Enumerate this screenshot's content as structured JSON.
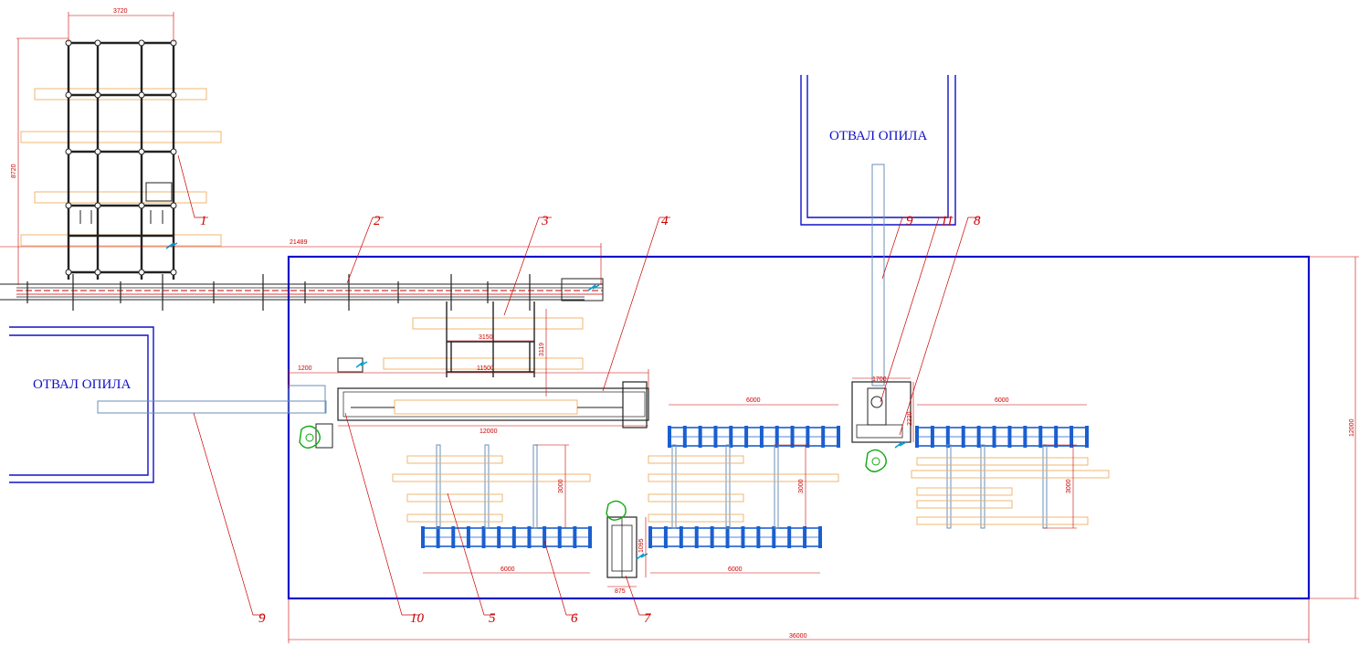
{
  "zone_labels": {
    "left": "ОТВАЛ ОПИЛА",
    "right": "ОТВАЛ ОПИЛА"
  },
  "leaders": {
    "n1": "1",
    "n2": "2",
    "n3": "3",
    "n4": "4",
    "n5": "5",
    "n6": "6",
    "n7": "7",
    "n8": "8",
    "n9_top": "9",
    "n9_bottom": "9",
    "n10": "10",
    "n11": "11"
  },
  "dimensions": {
    "d3720": "3720",
    "d8720": "8720",
    "d21489": "21489",
    "d36000": "36000",
    "d12000_right": "12000",
    "d1200": "1200",
    "d12000_saw": "12000",
    "d3150": "3150",
    "d11500": "11500",
    "d3119": "3119",
    "d6000_left": "6000",
    "d6000_mid": "6000",
    "d6000_r1": "6000",
    "d6000_r2": "6000",
    "d3000_left": "3000",
    "d3000_mid": "3000",
    "d3000_right": "3000",
    "d875": "875",
    "d1095": "1095",
    "d1700": "1700",
    "d2220": "2220"
  },
  "colors": {
    "outline": "#1010c8",
    "dimension": "#cc0000",
    "log": "#f0b060",
    "rack": "#1a5fd0",
    "equipment": "#222222",
    "pole": "#6a8fb8",
    "motor": "#10a810",
    "marker": "#00a0d0"
  }
}
